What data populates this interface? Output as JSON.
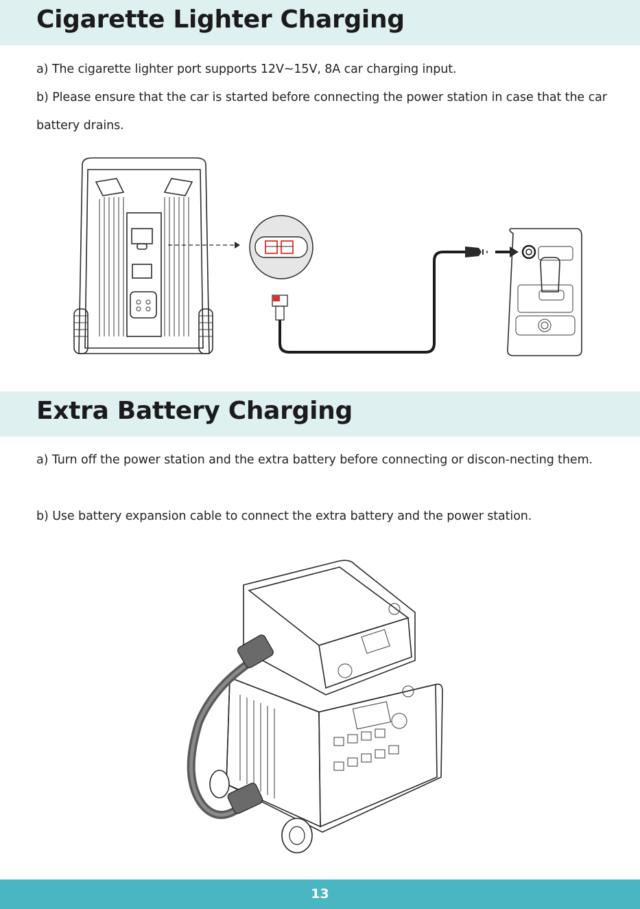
{
  "sections": [
    {
      "title": "Cigarette Lighter Charging",
      "paragraphs": [
        "a) The cigarette lighter port supports 12V~15V, 8A car charging input.",
        "b) Please ensure that the car is started before connecting the power station in case that the car battery drains."
      ]
    },
    {
      "title": "Extra Battery Charging",
      "paragraphs": [
        "a) Turn off the power station and the extra battery before connecting or discon-necting them.",
        "b) Use battery expansion cable to connect the extra battery and the power station."
      ]
    }
  ],
  "footer": {
    "page_number": "13"
  },
  "icons": {
    "figure1": [
      "power-station-back-icon",
      "xt60-port-icon",
      "car-charging-cable-icon",
      "car-console-icon"
    ],
    "figure2": [
      "power-station-with-extra-battery-icon",
      "expansion-cable-icon"
    ]
  },
  "colors": {
    "header_bg": "#dff0f1",
    "footer_bg": "#4ab6c1",
    "port_highlight": "#e0302a"
  }
}
